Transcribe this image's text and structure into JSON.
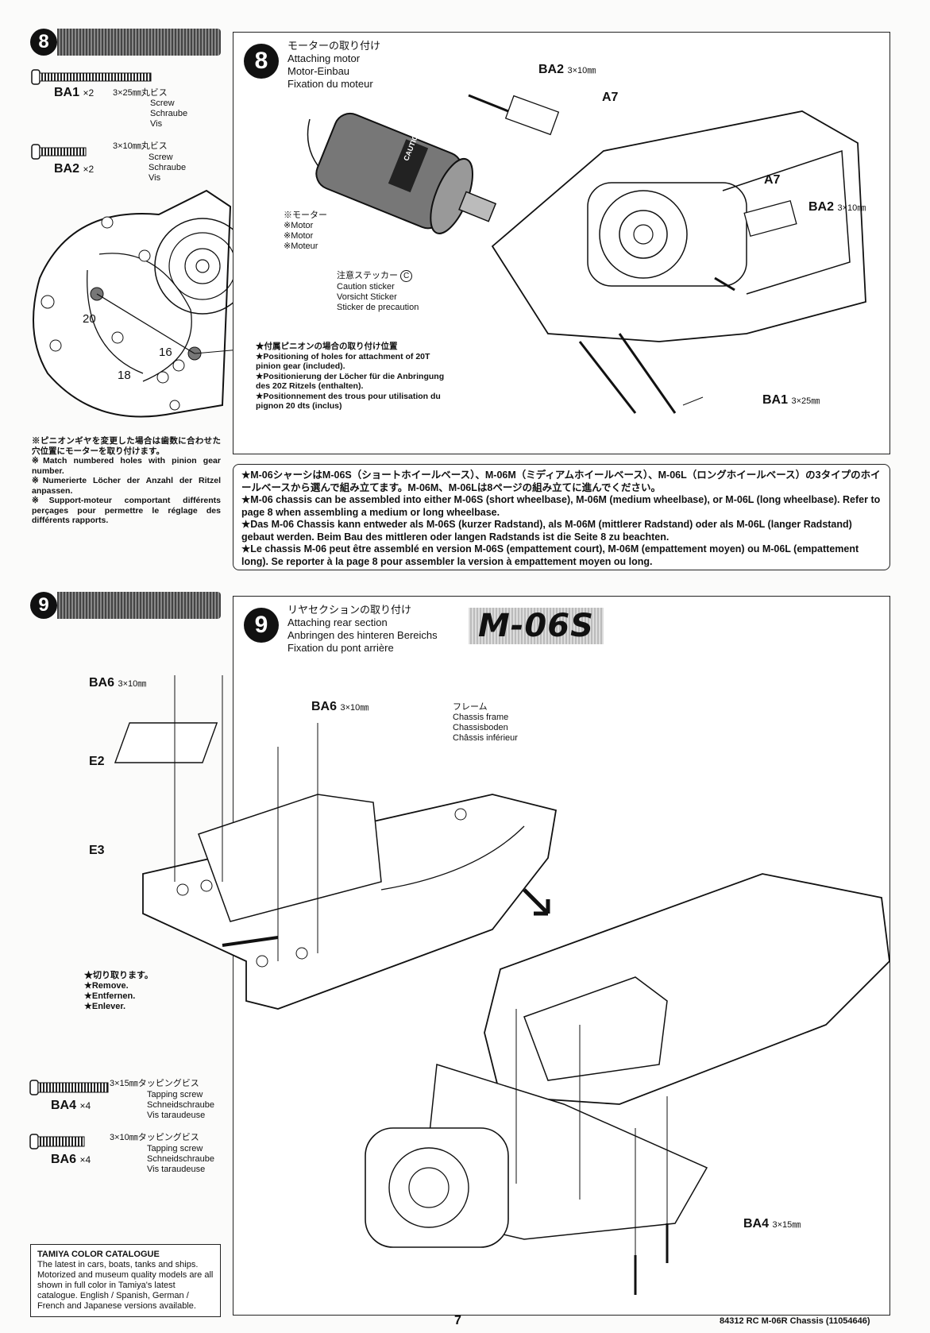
{
  "step8": {
    "num": "8",
    "title_ja": "モーターの取り付け",
    "title_en": "Attaching motor",
    "title_de": "Motor-Einbau",
    "title_fr": "Fixation du moteur",
    "parts": [
      {
        "code": "BA1",
        "qty": "×2",
        "ja": "3×25㎜丸ビス",
        "en": "Screw",
        "de": "Schraube",
        "fr": "Vis"
      },
      {
        "code": "BA2",
        "qty": "×2",
        "ja": "3×10㎜丸ビス",
        "en": "Screw",
        "de": "Schraube",
        "fr": "Vis"
      }
    ],
    "pinion_note": {
      "ja": "※ピニオンギヤを変更した場合は歯数に合わせた穴位置にモーターを取り付けます。",
      "en": "※Match numbered holes with pinion gear number.",
      "de": "※Numerierte Löcher der Anzahl der Ritzel anpassen.",
      "fr": "※Support-moteur comportant différents perçages pour permettre le réglage des différents rapports."
    },
    "gear_numbers": [
      "20",
      "16",
      "18"
    ],
    "hole_note": {
      "ja": "★付属ピニオンの場合の取り付け位置",
      "en": "★Positioning of holes for attachment of 20T pinion gear (included).",
      "de": "★Positionierung der Löcher für die Anbringung des 20Z Ritzels (enthalten).",
      "fr": "★Positionnement des trous pour utilisation du pignon 20 dts (inclus)"
    },
    "motor_label": {
      "ja": "※モーター",
      "en": "※Motor",
      "de": "※Motor",
      "fr": "※Moteur"
    },
    "sticker_label": {
      "ja": "注意ステッカー",
      "code": "C",
      "en": "Caution sticker",
      "de": "Vorsicht Sticker",
      "fr": "Sticker de precaution"
    },
    "motor_sticker_text": "CAUTION",
    "callouts": [
      {
        "code": "BA2",
        "size": "3×10㎜"
      },
      {
        "code": "A7",
        "size": ""
      },
      {
        "code": "A7",
        "size": ""
      },
      {
        "code": "BA2",
        "size": "3×10㎜"
      },
      {
        "code": "BA1",
        "size": "3×25㎜"
      }
    ]
  },
  "chassis_note": {
    "ja": "★M-06シャーシはM-06S（ショートホイールベース）、M-06M（ミディアムホイールベース）、M-06L（ロングホイールベース）の3タイプのホイールベースから選んで組み立てます。M-06M、M-06Lは8ページの組み立てに進んでください。",
    "en": "★M-06 chassis can be assembled into either M-06S (short wheelbase), M-06M (medium wheelbase), or M-06L (long wheelbase). Refer to page 8 when assembling a medium or long wheelbase.",
    "de": "★Das M-06 Chassis kann entweder als M-06S (kurzer Radstand), als M-06M (mittlerer Radstand) oder als M-06L (langer Radstand) gebaut werden. Beim Bau des mittleren oder langen Radstands ist die Seite 8 zu beachten.",
    "fr": "★Le chassis M-06 peut être assemblé en version M-06S (empattement court), M-06M (empattement moyen) ou M-06L (empattement long). Se reporter à la page 8 pour assembler la version à empattement moyen ou long."
  },
  "step9": {
    "num": "9",
    "title_ja": "リヤセクションの取り付け",
    "title_en": "Attaching rear section",
    "title_de": "Anbringen des hinteren Bereichs",
    "title_fr": "Fixation du pont arrière",
    "badge": "M-06S",
    "parts": [
      {
        "code": "BA4",
        "qty": "×4",
        "ja": "3×15㎜タッピングビス",
        "en": "Tapping screw",
        "de": "Schneidschraube",
        "fr": "Vis taraudeuse"
      },
      {
        "code": "BA6",
        "qty": "×4",
        "ja": "3×10㎜タッピングビス",
        "en": "Tapping screw",
        "de": "Schneidschraube",
        "fr": "Vis taraudeuse"
      }
    ],
    "callouts": [
      {
        "code": "BA6",
        "size": "3×10㎜"
      },
      {
        "code": "BA6",
        "size": "3×10㎜"
      },
      {
        "code": "E2",
        "size": ""
      },
      {
        "code": "E3",
        "size": ""
      },
      {
        "code": "BA4",
        "size": "3×15㎜"
      }
    ],
    "frame_label": {
      "ja": "フレーム",
      "en": "Chassis frame",
      "de": "Chassisboden",
      "fr": "Châssis inférieur"
    },
    "remove_label": {
      "ja": "★切り取ります。",
      "en": "★Remove.",
      "de": "★Entfernen.",
      "fr": "★Enlever."
    }
  },
  "catalogue": {
    "title": "TAMIYA COLOR CATALOGUE",
    "body": "The latest in cars, boats, tanks and ships. Motorized and museum quality models are all shown in full color in Tamiya's latest catalogue. English / Spanish, German / French and Japanese versions available."
  },
  "footer": {
    "page": "7",
    "doc": "84312 RC M-06R Chassis (11054646)"
  }
}
